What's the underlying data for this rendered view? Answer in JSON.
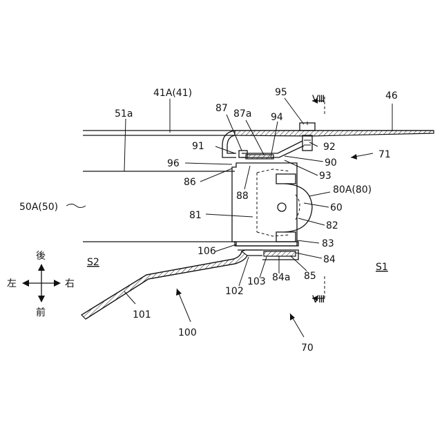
{
  "labels": {
    "l41a": "41A(41)",
    "l46": "46",
    "l95": "95",
    "l8top": "Ⅷ",
    "l8bot": "Ⅷ",
    "l51a": "51a",
    "l87": "87",
    "l87a": "87a",
    "l94": "94",
    "l91": "91",
    "l92": "92",
    "l71": "71",
    "l90": "90",
    "l96": "96",
    "l93": "93",
    "l86": "86",
    "l88": "88",
    "l80a": "80A(80)",
    "l50a": "50A(50)",
    "l60": "60",
    "l81": "81",
    "l82": "82",
    "l83": "83",
    "l106": "106",
    "l84": "84",
    "l84a": "84a",
    "l85": "85",
    "l103": "103",
    "l102": "102",
    "l101": "101",
    "l100": "100",
    "l70": "70",
    "s1": "S1",
    "s2": "S2",
    "dir_rear": "後",
    "dir_front": "前",
    "dir_left": "左",
    "dir_right": "右"
  }
}
